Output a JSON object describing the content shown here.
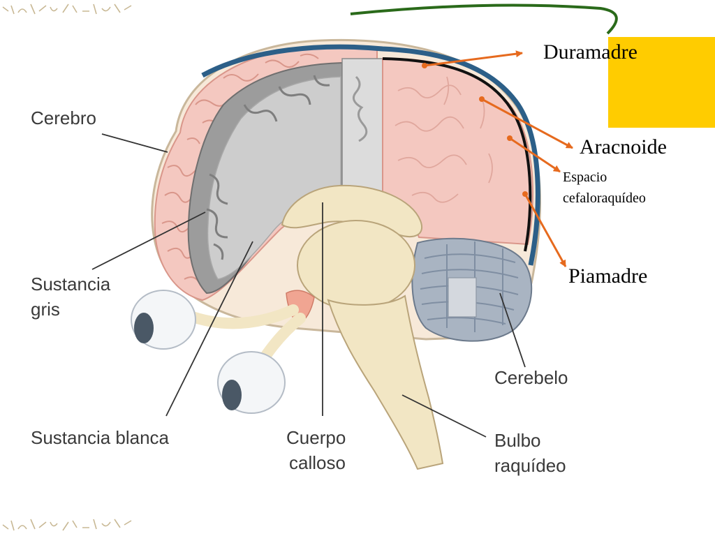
{
  "labels": {
    "cerebro": "Cerebro",
    "sustancia_gris_line1": "Sustancia",
    "sustancia_gris_line2": "gris",
    "sustancia_blanca": "Sustancia blanca",
    "cuerpo_calloso_line1": "Cuerpo",
    "cuerpo_calloso_line2": "calloso",
    "bulbo_line1": "Bulbo",
    "bulbo_line2": "raquídeo",
    "cerebelo": "Cerebelo"
  },
  "meninges": {
    "duramadre": "Duramadre",
    "aracnoide": "Aracnoide",
    "espacio_line1": "Espacio",
    "espacio_line2": "cefaloraquídeo",
    "piamadre": "Piamadre"
  },
  "colors": {
    "accent_yellow": "#ffcc00",
    "arrow_orange": "#e66a1e",
    "green_stroke": "#2a6a1a",
    "cortex_pink": "#f4c8c0",
    "gray_matter": "#9c9c9c",
    "white_matter": "#cdcdcd",
    "brainstem": "#f2e6c4",
    "cerebellum": "#a9b4c2",
    "meninges_blue": "#2c5f88",
    "label_text": "#3a3a3a",
    "leader_line": "#333333"
  }
}
